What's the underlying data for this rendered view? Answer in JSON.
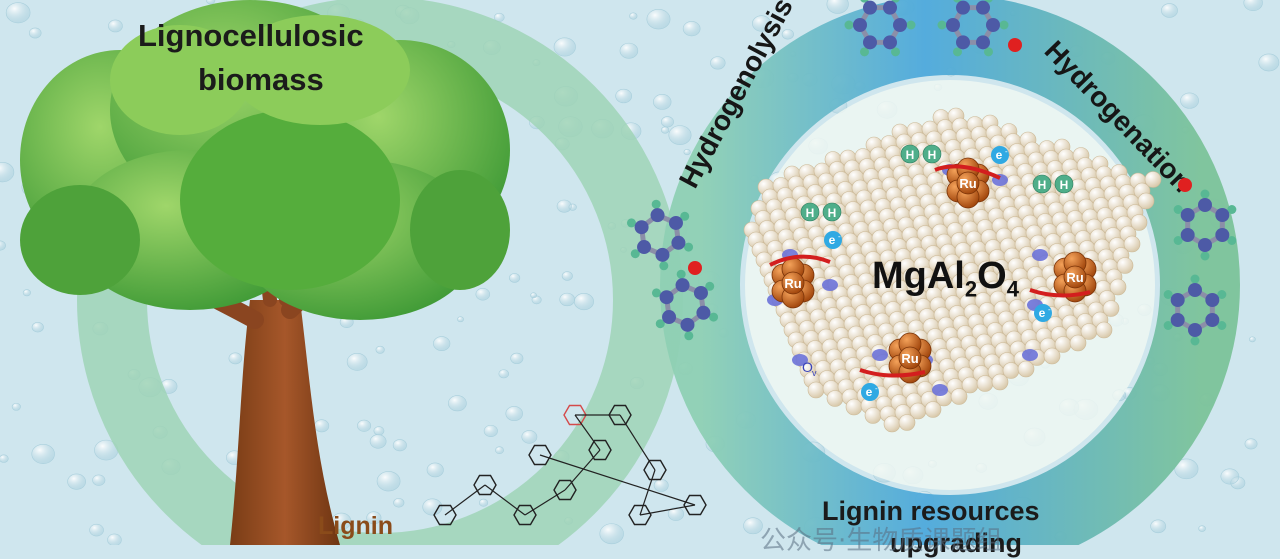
{
  "title": {
    "line1": "Lignocellulosic",
    "line2": "biomass"
  },
  "process": {
    "left": "Hydrogenolysis",
    "right": "Hydrogenation"
  },
  "catalyst": {
    "support": "MgAl",
    "sub1": "2",
    "o": "O",
    "sub2": "4",
    "metal": "Ru",
    "vacancy": "O",
    "vacancy_sub": "v",
    "electron": "e",
    "electron_sup": "-",
    "hydrogen": "H"
  },
  "lignin_label": "Lignin",
  "bottom": {
    "line1": "Lignin resources",
    "line2": "upgrading"
  },
  "watermark": "公众号·生物质课题组",
  "colors": {
    "ring_outer": "#4aa3d6",
    "ring_inner": "#7cc3a0",
    "ru": "#c86a1e",
    "surface_ball": "#efe3cc",
    "vacancy": "#6c72d8",
    "electron": "#2fa9e3"
  }
}
